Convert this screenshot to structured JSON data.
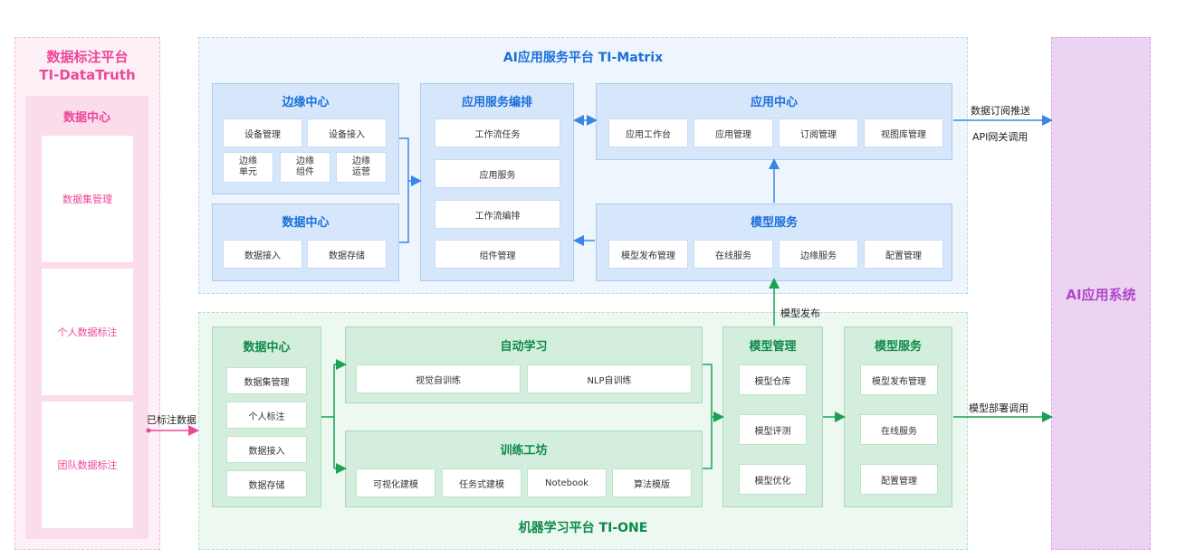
{
  "datatruth": {
    "title_line1": "数据标注平台",
    "title_line2": "TI-DataTruth",
    "center_title": "数据中心",
    "items": [
      "数据集管理",
      "个人数据标注",
      "团队数据标注"
    ]
  },
  "matrix": {
    "title": "AI应用服务平台  TI-Matrix",
    "edge_center": {
      "title": "边缘中心",
      "row1": [
        "设备管理",
        "设备接入"
      ],
      "row2": [
        "边缘\n单元",
        "边缘\n组件",
        "边缘\n运营"
      ]
    },
    "data_center": {
      "title": "数据中心",
      "items": [
        "数据接入",
        "数据存储"
      ]
    },
    "orchestration": {
      "title": "应用服务编排",
      "items": [
        "工作流任务",
        "应用服务",
        "工作流编排",
        "组件管理"
      ]
    },
    "app_center": {
      "title": "应用中心",
      "items": [
        "应用工作台",
        "应用管理",
        "订阅管理",
        "视图库管理"
      ]
    },
    "model_service": {
      "title": "模型服务",
      "items": [
        "模型发布管理",
        "在线服务",
        "边缘服务",
        "配置管理"
      ]
    }
  },
  "tione": {
    "title": "机器学习平台  TI-ONE",
    "data_center": {
      "title": "数据中心",
      "items": [
        "数据集管理",
        "个人标注",
        "数据接入",
        "数据存储"
      ]
    },
    "auto_learning": {
      "title": "自动学习",
      "items": [
        "视觉自训练",
        "NLP自训练"
      ]
    },
    "training": {
      "title": "训练工坊",
      "items": [
        "可视化建模",
        "任务式建模",
        "Notebook",
        "算法模版"
      ]
    },
    "model_mgmt": {
      "title": "模型管理",
      "items": [
        "模型仓库",
        "模型评测",
        "模型优化"
      ]
    },
    "model_service": {
      "title": "模型服务",
      "items": [
        "模型发布管理",
        "在线服务",
        "配置管理"
      ]
    }
  },
  "ai_system": {
    "title": "AI应用系统"
  },
  "labels": {
    "labeled_data": "已标注数据",
    "data_push": "数据订阅推送",
    "api_call": "API网关调用",
    "model_publish": "模型发布",
    "model_deploy": "模型部署调用"
  },
  "colors": {
    "pink": "#ec4899",
    "blue": "#1d6fd8",
    "green": "#0f8a4a",
    "purple": "#b048c8"
  }
}
